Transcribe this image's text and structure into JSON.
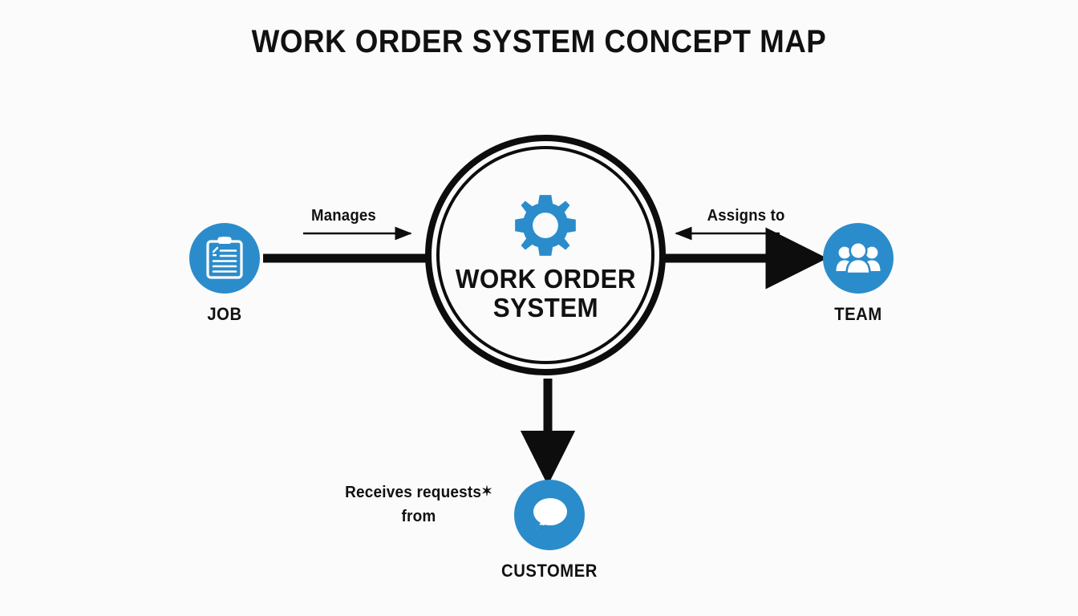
{
  "diagram": {
    "title": "WORK ORDER SYSTEM CONCEPT MAP",
    "background_color": "#fbfbfb",
    "accent_color": "#2b8ccb",
    "line_color": "#0d0d0d",
    "text_color": "#111111",
    "type": "concept-map"
  },
  "hub": {
    "label_line1": "WORK ORDER",
    "label_line2": "SYSTEM",
    "icon": "gear-icon"
  },
  "nodes": [
    {
      "id": "job",
      "label": "JOB",
      "icon": "clipboard-icon",
      "position": "left"
    },
    {
      "id": "team",
      "label": "TEAM",
      "icon": "people-group-icon",
      "position": "right"
    },
    {
      "id": "customer",
      "label": "CUSTOMER",
      "icon": "speech-bubble-icon",
      "position": "bottom"
    }
  ],
  "edges": [
    {
      "id": "manages",
      "label": "Manages",
      "from": "job",
      "to": "hub",
      "direction": "right",
      "connector": "plain-line"
    },
    {
      "id": "assigns-to",
      "label": "Assigns to",
      "from": "hub",
      "to": "team",
      "direction": "left",
      "connector": "arrow-right"
    },
    {
      "id": "receives-requests-from",
      "label_line1": "Receives requests",
      "label_marker": "✶",
      "label_line2": "from",
      "from": "hub",
      "to": "customer",
      "direction": "down",
      "connector": "arrow-down"
    }
  ]
}
